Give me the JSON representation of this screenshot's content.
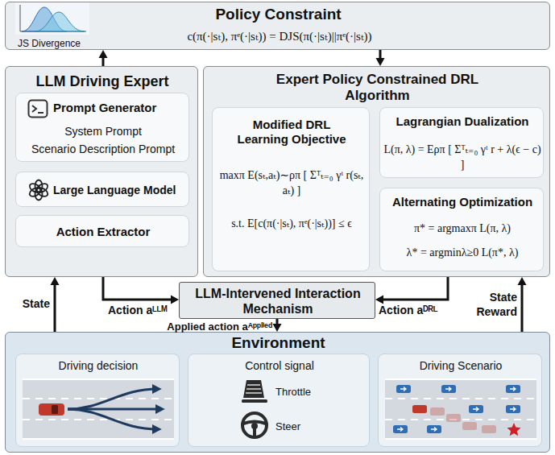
{
  "diagram": {
    "nodes": [
      {
        "text": [
          "Policy Constraint",
          "c(π(·|sₜ), πᵉ(·|sₜ)) = DJS(π(·|sₜ)||πᵉ(·|sₜ))"
        ]
      },
      {
        "text": [
          "LLM Driving Expert"
        ]
      },
      {
        "text": [
          "Prompt Generator",
          "System Prompt",
          "Scenario Description Prompt"
        ],
        "in": 1
      },
      {
        "text": [
          "Large Language Model"
        ],
        "in": 1
      },
      {
        "text": [
          "Action Extractor"
        ],
        "in": 1
      },
      {
        "text": [
          "Expert Policy Constrained DRL Algorithm"
        ]
      },
      {
        "text": [
          "Modified DRL Learning Objective",
          "maxπ E(sₜ,aₜ)∼ρπ [ Σᵀₜ₌₀ γᵗ r(sₜ, aₜ) ]",
          "s.t. E[c(π(·|sₜ), πᵉ(·|sₜ))] ≤ ϵ"
        ],
        "in": 5
      },
      {
        "text": [
          "Lagrangian Dualization",
          "L(π, λ) = Eρπ [ Σᵀₜ₌₀ γᵗ r + λ(ϵ − c) ]"
        ],
        "in": 5
      },
      {
        "text": [
          "Alternating Optimization",
          "π* = argmaxπ L(π, λ)",
          "λ* = argminλ≥0 L(π*, λ)"
        ],
        "in": 5
      },
      {
        "text": [
          "LLM-Intervened Interaction Mechanism"
        ]
      },
      {
        "text": [
          "Environment"
        ]
      },
      {
        "text": [
          "Driving decision"
        ],
        "in": 10
      },
      {
        "text": [
          "Control signal",
          "Throttle",
          "Steer"
        ],
        "in": 10
      },
      {
        "text": [
          "Driving Scenario"
        ],
        "in": 10
      }
    ],
    "edges": [
      {
        "from": 1,
        "to": 0,
        "arrow": "to"
      },
      {
        "from": 0,
        "to": 5,
        "arrow": "to"
      },
      {
        "from": 2,
        "to": 3,
        "arrow": "to"
      },
      {
        "from": 3,
        "to": 4,
        "arrow": "to"
      },
      {
        "from": 6,
        "to": 7,
        "arrow": "to"
      },
      {
        "from": 7,
        "to": 8,
        "arrow": "to"
      },
      {
        "from": 1,
        "to": 9,
        "label": "Action aᴸᴸᴹ",
        "arrow": "to"
      },
      {
        "from": 5,
        "to": 9,
        "label": "Action aᴰᴿᴸ",
        "arrow": "to"
      },
      {
        "from": 9,
        "to": 10,
        "label": "Applied action aᴬᵖᵖˡⁱᵉᵈ",
        "arrow": "to"
      },
      {
        "from": 10,
        "to": 1,
        "label": "State",
        "arrow": "to"
      },
      {
        "from": 10,
        "to": 5,
        "label": "State Reward",
        "arrow": "to"
      },
      {
        "from": 11,
        "to": 12,
        "arrow": "to"
      },
      {
        "from": 12,
        "to": 13,
        "arrow": "to"
      }
    ],
    "labels": [
      "JS Divergence"
    ]
  }
}
